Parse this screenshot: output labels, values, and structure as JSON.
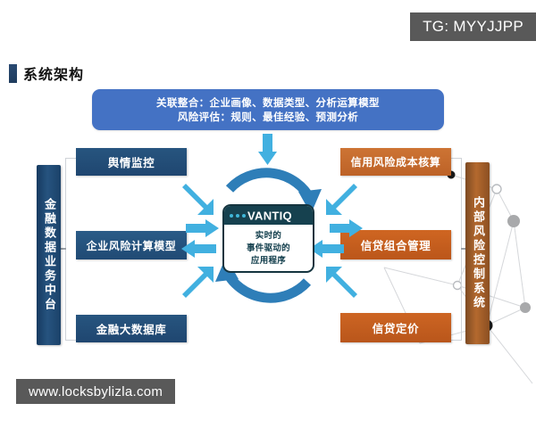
{
  "watermarks": {
    "telegram": "TG: MYYJJPP",
    "website": "www.locksbylizla.com"
  },
  "page_title": "系统架构",
  "banner": {
    "line1": "关联整合：企业画像、数据类型、分析运算模型",
    "line2": "风险评估：规则、最佳经验、预测分析",
    "color": "#4472C4"
  },
  "left": {
    "spine_label": "金融数据业务中台",
    "spine_color": "#1F4670",
    "boxes": [
      {
        "label": "舆情监控"
      },
      {
        "label": "企业风险计算模型"
      },
      {
        "label": "金融大数据库"
      }
    ]
  },
  "right": {
    "spine_label": "内部风险控制系统",
    "spine_color": "#B4692E",
    "boxes": [
      {
        "label": "信用风险成本核算"
      },
      {
        "label": "信贷组合管理"
      },
      {
        "label": "信贷定价"
      }
    ]
  },
  "centre": {
    "brand": "VANTIQ",
    "line1": "实时的",
    "line2": "事件驱动的",
    "line3": "应用程序",
    "arrow_color": "#41B0E0",
    "cycle_color": "#2E7EB8"
  }
}
